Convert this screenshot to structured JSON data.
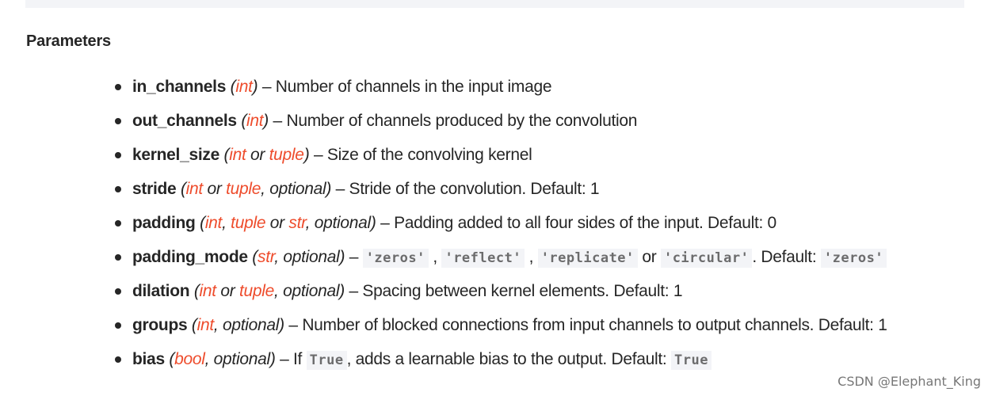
{
  "heading": "Parameters",
  "params": [
    {
      "name": "in_channels",
      "type_main": "int",
      "desc": "Number of channels in the input image"
    },
    {
      "name": "out_channels",
      "type_main": "int",
      "desc": "Number of channels produced by the convolution"
    },
    {
      "name": "kernel_size",
      "type_main": "int",
      "type_sep": " or ",
      "type_alt": "tuple",
      "desc": "Size of the convolving kernel"
    },
    {
      "name": "stride",
      "type_main": "int",
      "type_sep": " or ",
      "type_alt": "tuple",
      "type_opt": ", optional",
      "desc": "Stride of the convolution. Default: 1"
    },
    {
      "name": "padding",
      "type_main": "int",
      "type_sep1": ", ",
      "type_alt1": "tuple",
      "type_sep2": " or ",
      "type_alt2": "str",
      "type_opt": ", optional",
      "desc": "Padding added to all four sides of the input. Default: 0"
    },
    {
      "name": "padding_mode",
      "type_main": "str",
      "type_opt": ", optional",
      "code1": "'zeros'",
      "code2": "'reflect'",
      "code3": "'replicate'",
      "or_text": "or",
      "code4": "'circular'",
      "default_text": ". Default:",
      "code5": "'zeros'"
    },
    {
      "name": "dilation",
      "type_main": "int",
      "type_sep": " or ",
      "type_alt": "tuple",
      "type_opt": ", optional",
      "desc": "Spacing between kernel elements. Default: 1"
    },
    {
      "name": "groups",
      "type_main": "int",
      "type_opt": ", optional",
      "desc": "Number of blocked connections from input channels to output channels. Default: 1"
    },
    {
      "name": "bias",
      "type_main": "bool",
      "type_opt": ", optional",
      "desc_pre": "If",
      "code1": "True",
      "desc_mid": ", adds a learnable bias to the output. Default:",
      "code2": "True"
    }
  ],
  "watermark": "CSDN @Elephant_King",
  "colors": {
    "type_link": "#ee4c2c",
    "text": "#262626",
    "code_bg": "#f3f4f7",
    "code_text": "#6c6c6d"
  }
}
